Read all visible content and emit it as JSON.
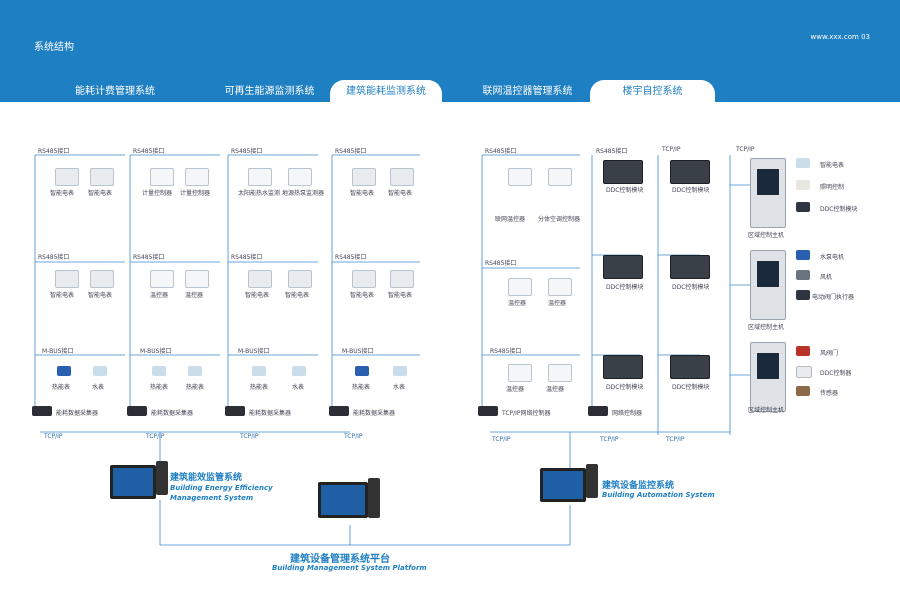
{
  "header": {
    "title": "系统结构",
    "page_number": "www.xxx.com 03",
    "tabs": [
      {
        "label": "能耗计费管理系统",
        "active": false
      },
      {
        "label": "可再生能源监测系统",
        "active": false
      },
      {
        "label": "建筑能耗监测系统",
        "active": true
      },
      {
        "label": "联网温控器管理系统",
        "active": false
      },
      {
        "label": "楼宇自控系统",
        "active": true
      }
    ]
  },
  "diagram": {
    "group1": {
      "iface1": "RS485接口",
      "devices1": [
        "智能电表",
        "智能电表"
      ],
      "iface2": "RS485接口",
      "devices2": [
        "智能电表",
        "智能电表"
      ],
      "iface3": "M-BUS接口",
      "devices3": [
        "热能表",
        "水表"
      ],
      "gateway": "能耗数据采集器",
      "bus": "TCP/IP"
    },
    "group2": {
      "iface1": "RS485接口",
      "devices1": [
        "计量控制器",
        "计量控制器"
      ],
      "iface2": "RS485接口",
      "devices2": [
        "温控器",
        "温控器"
      ],
      "iface3": "M-BUS接口",
      "devices3": [
        "热能表",
        "热能表"
      ],
      "gateway": "能耗数据采集器",
      "bus": "TCP/IP"
    },
    "group3": {
      "iface1": "RS485接口",
      "devices1": [
        "太阳能热水监测",
        "地源热泵监测器"
      ],
      "iface2": "RS485接口",
      "devices2": [
        "智能电表",
        "智能电表"
      ],
      "iface3": "M-BUS接口",
      "devices3": [
        "热能表",
        "水表"
      ],
      "gateway": "能耗数据采集器",
      "bus": "TCP/IP"
    },
    "group4": {
      "iface1": "RS485接口",
      "devices1": [
        "智能电表",
        "智能电表"
      ],
      "iface2": "RS485接口",
      "devices2": [
        "智能电表",
        "智能电表"
      ],
      "iface3": "M-BUS接口",
      "devices3": [
        "热能表",
        "水表"
      ],
      "gateway": "能耗数据采集器",
      "bus": "TCP/IP"
    },
    "group5": {
      "iface1": "RS485接口",
      "devices1": [
        "联网温控器",
        "分体空调控制器"
      ],
      "iface2": "RS485接口",
      "devices2": [
        "温控器",
        "温控器"
      ],
      "iface3": "RS485接口",
      "devices3": [
        "温控器",
        "温控器"
      ],
      "gateway": "TCP/IP网络控制器",
      "bus": "TCP/IP"
    },
    "group6": {
      "iface_top": "RS485接口",
      "ddc_labels": [
        "DDC控制模块",
        "DDC控制模块",
        "DDC控制模块"
      ],
      "gateway": "网络控制器",
      "bus": "TCP/IP"
    },
    "group7": {
      "iface_top": "TCP/IP",
      "ddc_labels": [
        "DDC控制模块",
        "DDC控制模块",
        "DDC控制模块"
      ],
      "bus": "TCP/IP"
    },
    "group8": {
      "iface_top": "TCP/IP",
      "panels": [
        "区域控制主机",
        "区域控制主机",
        "区域控制主机"
      ],
      "devices1": [
        "智能电表",
        "照明控制",
        "DDC控制模块"
      ],
      "devices2": [
        "水泵电机",
        "风机",
        "电动阀门执行器"
      ],
      "devices3": [
        "风阀门",
        "DDC控制器",
        "传感器"
      ]
    },
    "energy_system": {
      "cn": "建筑能效监管系统",
      "en1": "Building Energy Efficiency",
      "en2": "Management System"
    },
    "automation_system": {
      "cn": "建筑设备监控系统",
      "en": "Building Automation System"
    },
    "platform": {
      "cn": "建筑设备管理系统平台",
      "en": "Building Management  System Platform"
    }
  }
}
